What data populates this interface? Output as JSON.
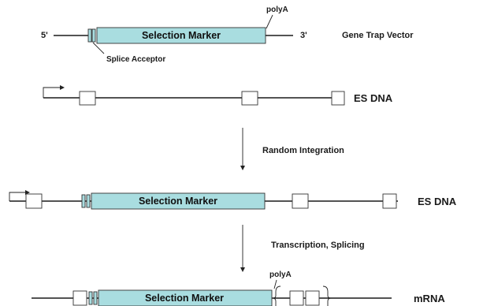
{
  "vector": {
    "five_prime": "5'",
    "three_prime": "3'",
    "marker_label": "Selection Marker",
    "polya_label": "polyA",
    "splice_acceptor_label": "Splice Acceptor",
    "title": "Gene Trap Vector"
  },
  "es_dna_1": {
    "label": "ES DNA"
  },
  "step_1": {
    "label": "Random Integration"
  },
  "es_dna_2": {
    "label": "ES DNA",
    "marker_label": "Selection Marker"
  },
  "step_2": {
    "label": "Transcription, Splicing"
  },
  "mrna": {
    "label": "mRNA",
    "marker_label": "Selection Marker",
    "polya_label": "polyA"
  },
  "colors": {
    "marker_fill": "#a9dde0",
    "line": "#1a1a1a",
    "background": "#ffffff"
  }
}
